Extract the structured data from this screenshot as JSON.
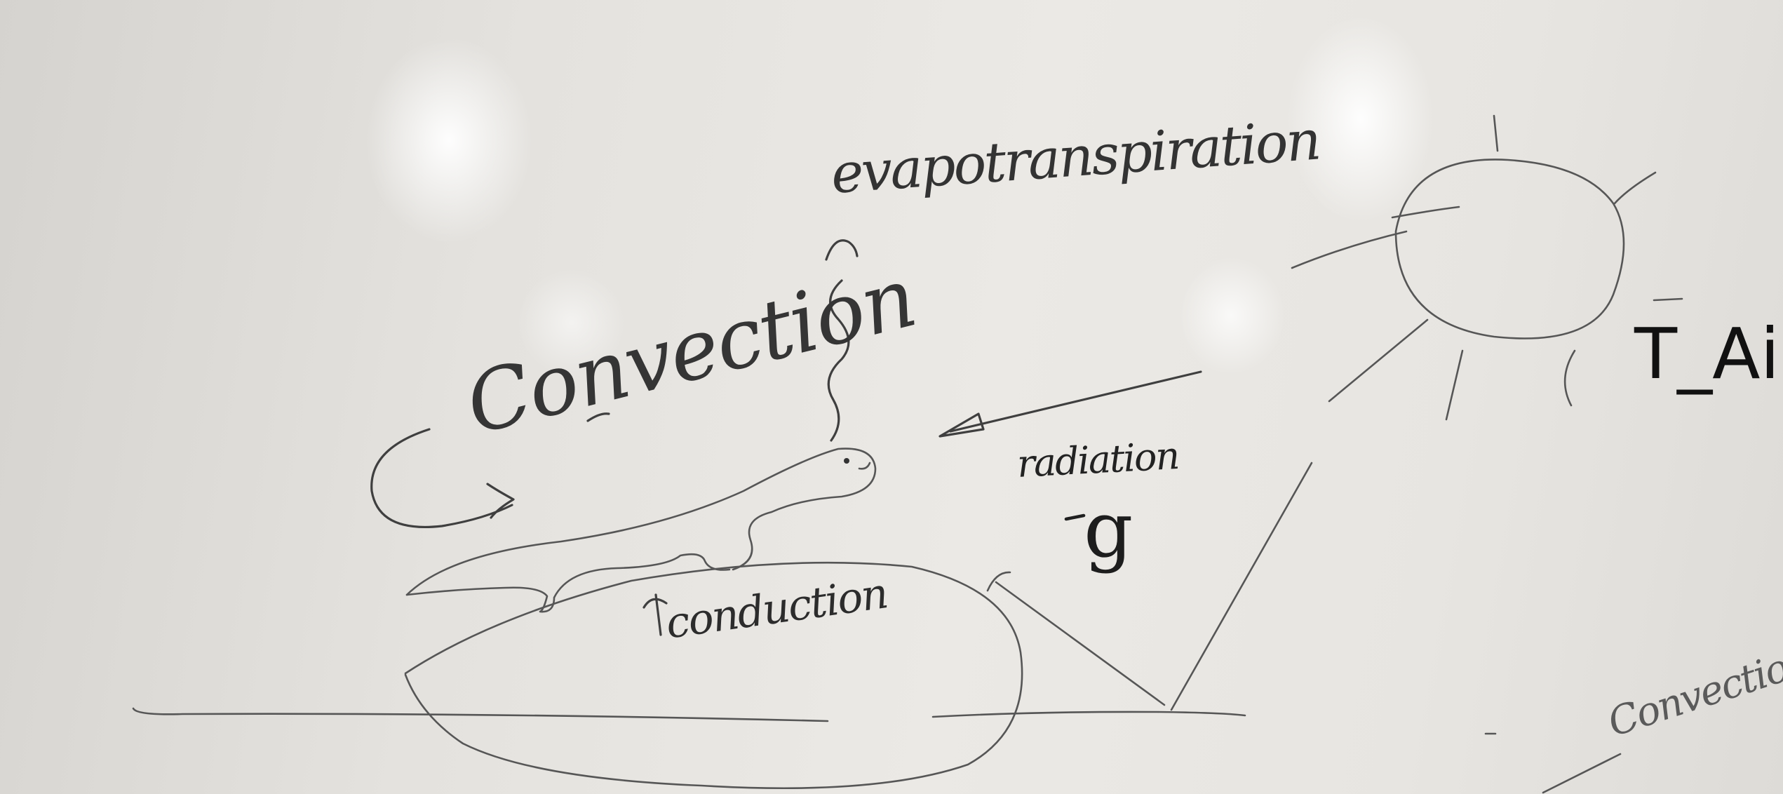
{
  "whiteboard": {
    "labels": {
      "evaporation": "evapotranspiration",
      "convection": "Convection",
      "radiation": "radiation",
      "g_symbol": "g",
      "conduction": "conduction",
      "t_air": "T_Air",
      "convection_2": "Convection"
    },
    "ink_color": "#2a2a2a",
    "board_color": "#e6e4e0"
  }
}
